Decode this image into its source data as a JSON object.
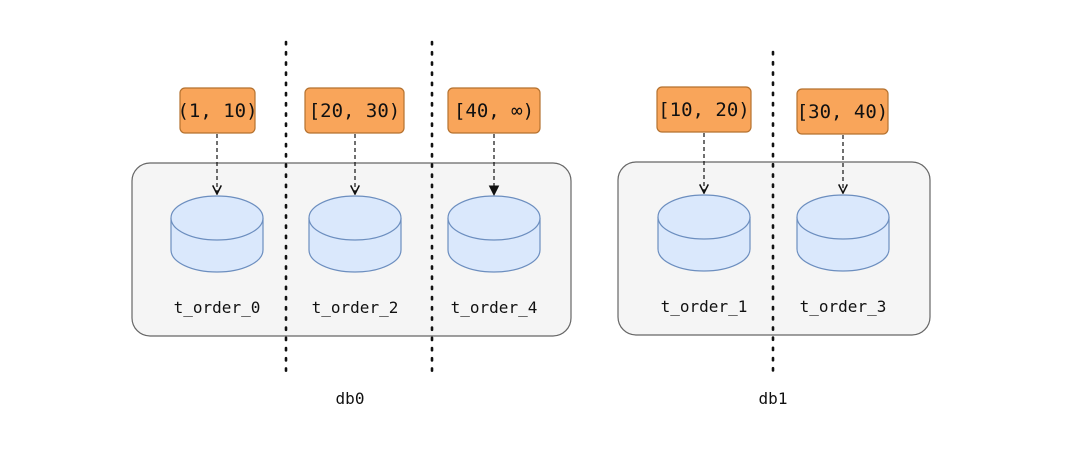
{
  "colors": {
    "range_fill": "#f9a55a",
    "range_stroke": "#b5722f",
    "group_fill": "#f5f5f5",
    "group_stroke": "#666666",
    "db_fill": "#dae8fc",
    "db_stroke": "#6c8ebf"
  },
  "ranges": {
    "r0": "(1, 10)",
    "r2": "[20, 30)",
    "r4": "[40, ∞)",
    "r1": "[10, 20)",
    "r3": "[30, 40)"
  },
  "tables": {
    "t0": "t_order_0",
    "t2": "t_order_2",
    "t4": "t_order_4",
    "t1": "t_order_1",
    "t3": "t_order_3"
  },
  "databases": {
    "db0": "db0",
    "db1": "db1"
  }
}
